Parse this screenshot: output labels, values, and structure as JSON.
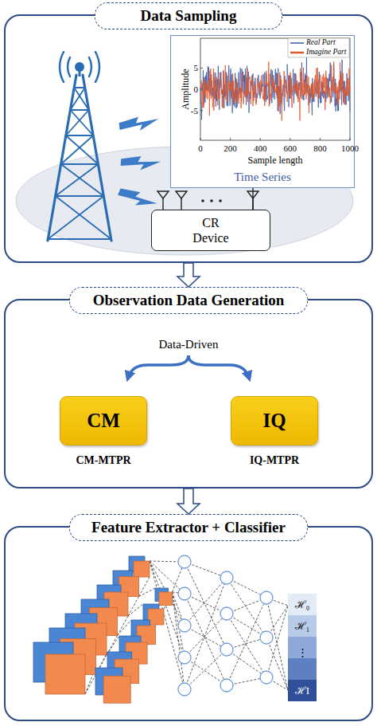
{
  "diagram": {
    "nodes": [
      {
        "text": [
          "Data Sampling"
        ]
      },
      {
        "text": [
          "Time Series"
        ],
        "in": 0
      },
      {
        "text": [
          "CR Device"
        ],
        "in": 0
      },
      {
        "text": [
          "Observation Data Generation"
        ]
      },
      {
        "text": [
          "CM",
          "CM-MTPR"
        ],
        "in": 3
      },
      {
        "text": [
          "IQ",
          "IQ-MTPR"
        ],
        "in": 3
      },
      {
        "text": [
          "Feature Extractor + Classifier"
        ]
      }
    ],
    "edges": [
      {
        "from": 0,
        "to": 3,
        "arrow": "to"
      },
      {
        "from": 3,
        "to": 6,
        "arrow": "to"
      },
      {
        "from": 1,
        "to": 2,
        "arrow": "none"
      }
    ],
    "labels": [
      "Real Part",
      "Imagine Part",
      "Amplitude",
      "Sample length",
      "0",
      "200",
      "400",
      "600",
      "800",
      "1000",
      "5",
      "0",
      "-5",
      "Data-Driven",
      "ℋ₀",
      "ℋ₁",
      "⋮",
      "ℋI"
    ]
  }
}
